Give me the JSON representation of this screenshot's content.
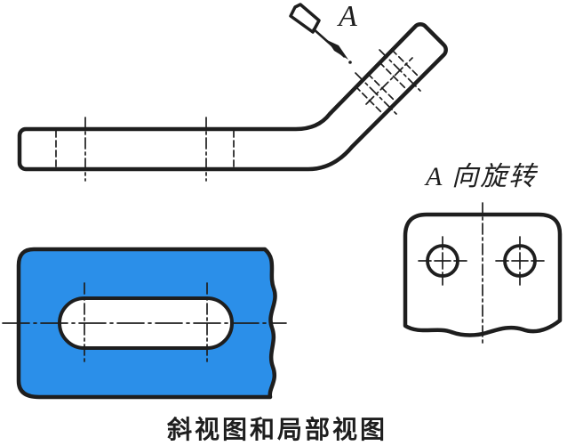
{
  "figure": {
    "labels": {
      "arrow": "A",
      "rotated_view": "A 向旋转",
      "caption": "斜视图和局部视图"
    },
    "colors": {
      "line": "#1e1e1e",
      "blue": "#2b8fe9",
      "paper": "#ffffff"
    }
  }
}
